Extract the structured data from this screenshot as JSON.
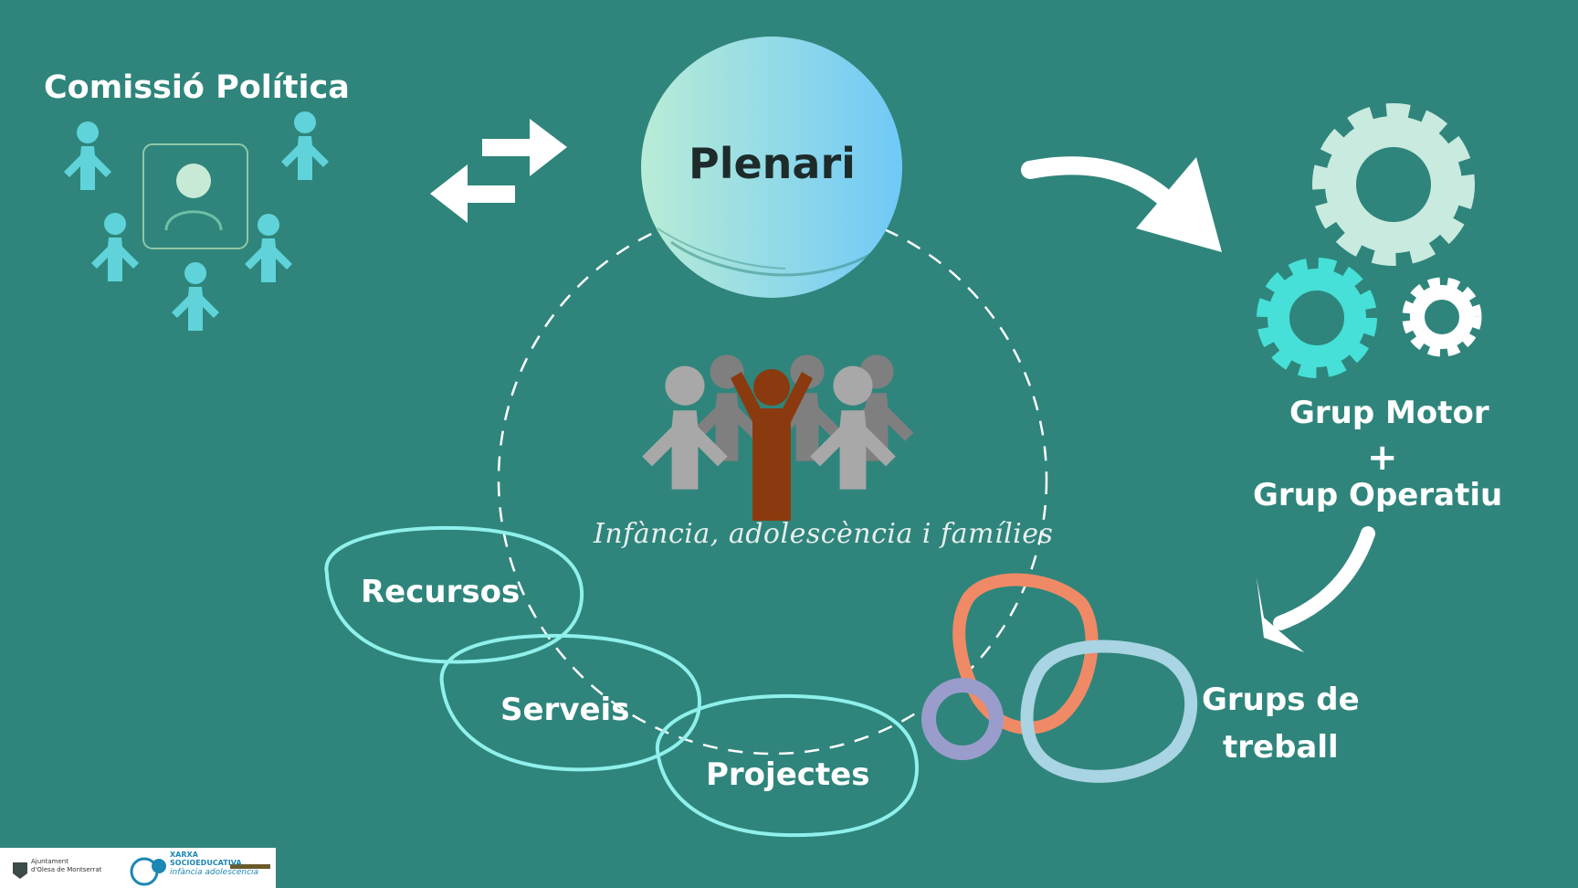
{
  "labels": {
    "comissio": "Comissió Política",
    "plenari": "Plenari",
    "caption": "Infància, adolescència i famílies",
    "recursos": "Recursos",
    "serveis": "Serveis",
    "projectes": "Projectes",
    "grup_motor": "Grup Motor",
    "plus": "+",
    "grup_operatiu": "Grup Operatiu",
    "grups_treball_l1": "Grups de",
    "grups_treball_l2": "treball"
  },
  "footer": {
    "ajuntament_l1": "Ajuntament",
    "ajuntament_l2": "d'Olesa de Montserrat",
    "xarxa_l1": "XARXA",
    "xarxa_l2": "SOCIOEDUCATIVA",
    "xarxa_l3": "infància adolescència"
  },
  "colors": {
    "background": "#2f857b",
    "person_icons": "#5fd3d9",
    "plenari_gradient_start": "#b9ecd6",
    "plenari_gradient_end": "#6fc9f7",
    "gear_large": "#c9eadf",
    "gear_medium": "#46e0d8",
    "gear_small": "#ffffff",
    "loops_outline": "#8ff0ec",
    "ring_orange": "#f08a66",
    "ring_light_blue": "#a8d4e3",
    "ring_purple": "#9a9ccc",
    "figure_center": "#8b3a10",
    "figures_grey": "#9e9e9e"
  }
}
